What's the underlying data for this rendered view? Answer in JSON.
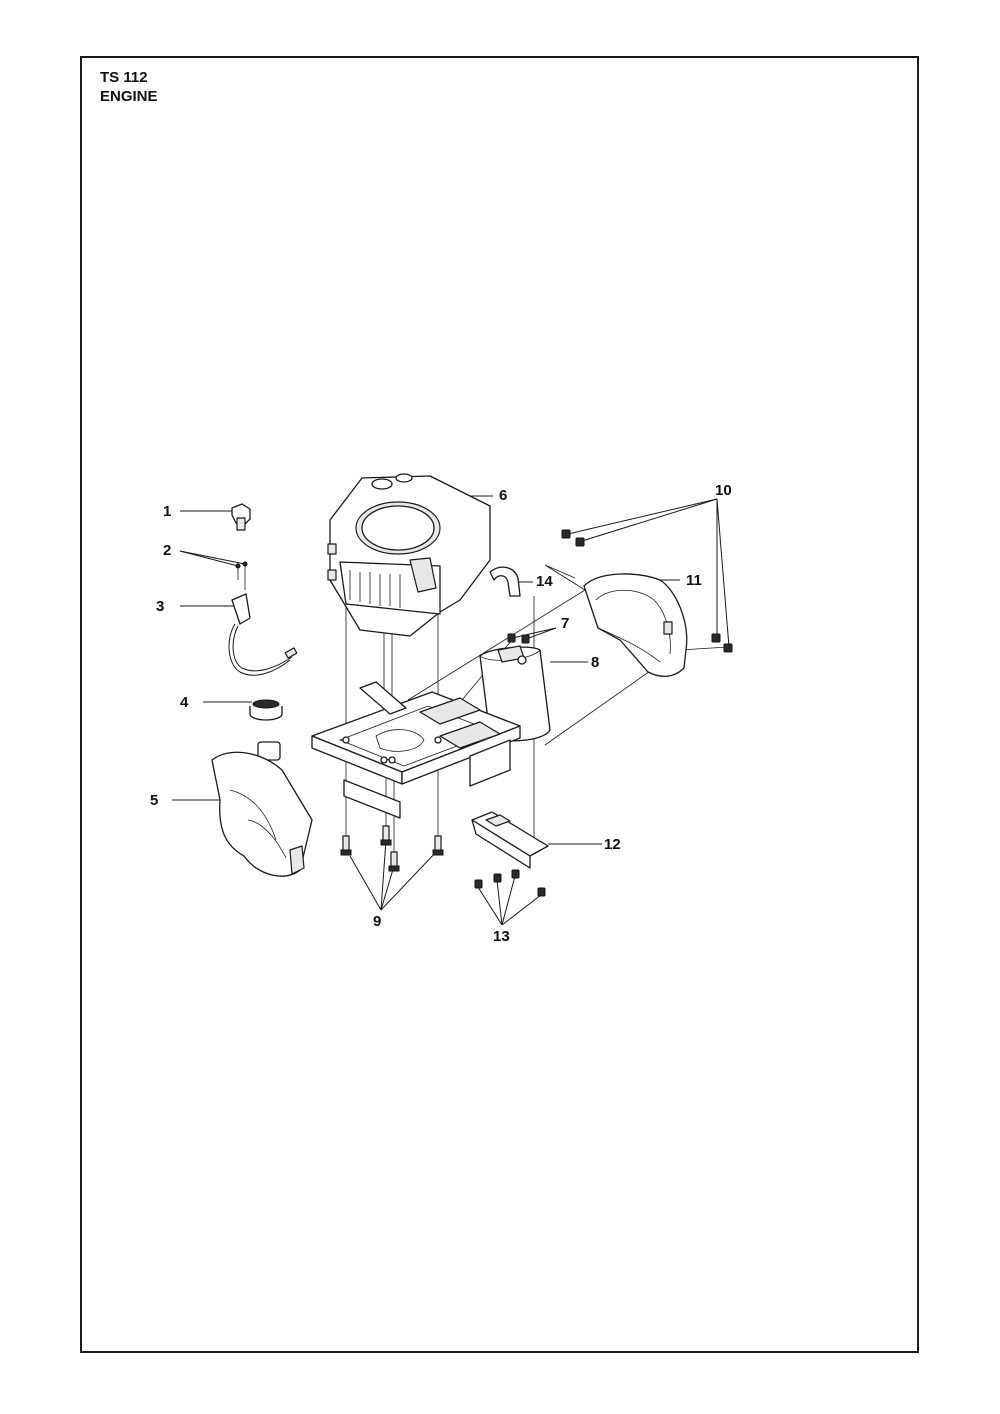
{
  "header": {
    "model": "TS 112",
    "section": "ENGINE"
  },
  "callouts": [
    "1",
    "2",
    "3",
    "4",
    "5",
    "6",
    "7",
    "8",
    "9",
    "10",
    "11",
    "12",
    "13",
    "14"
  ],
  "colors": {
    "line": "#1a1a1a",
    "background": "#ffffff"
  }
}
